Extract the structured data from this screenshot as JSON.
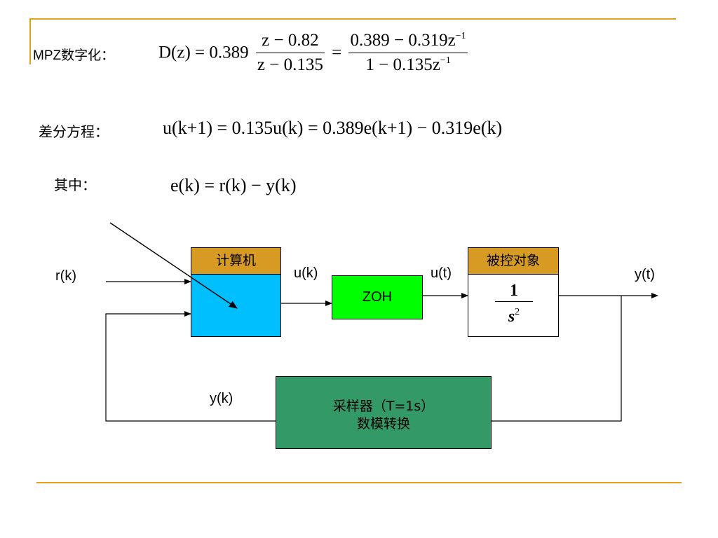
{
  "header": {
    "mpz_label": "MPZ数字化：",
    "diff_label": "差分方程：",
    "where_label": "其中："
  },
  "equations": {
    "dz_lhs": "D(z) = 0.389",
    "dz_frac1_num": "z − 0.82",
    "dz_frac1_den": "z − 0.135",
    "dz_eq": "=",
    "dz_frac2_num": "0.389 − 0.319z",
    "dz_frac2_num_exp": "−1",
    "dz_frac2_den": "1 − 0.135z",
    "dz_frac2_den_exp": "−1",
    "difference": "u(k+1) = 0.135u(k) = 0.389e(k+1) − 0.319e(k)",
    "error": "e(k) = r(k) − y(k)"
  },
  "diagram": {
    "computer_title": "计算机",
    "plant_title": "被控对象",
    "plant_tf_num": "1",
    "plant_tf_den": "s",
    "plant_tf_den_exp": "2",
    "zoh_label": "ZOH",
    "sampler_line1": "采样器（T=1s）",
    "sampler_line2": "数模转换",
    "signal_r": "r(k)",
    "signal_uk": "u(k)",
    "signal_ut": "u(t)",
    "signal_yt": "y(t)",
    "signal_yk": "y(k)"
  },
  "colors": {
    "rule": "#e6a11a",
    "header_fill": "#d79b24",
    "computer_fill": "#00bfff",
    "zoh_fill": "#00ff00",
    "sampler_fill": "#339966"
  }
}
